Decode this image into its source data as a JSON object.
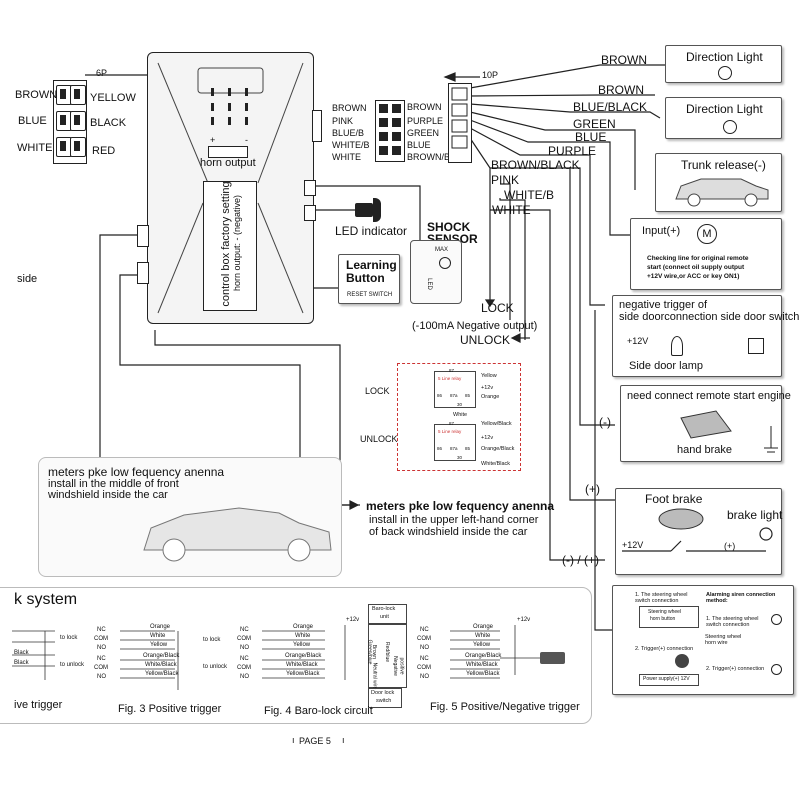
{
  "connector_6p": {
    "label": "6P",
    "left_wires": [
      "BROWN",
      "BLUE",
      "WHITE"
    ],
    "right_wires": [
      "YELLOW",
      "BLACK",
      "RED"
    ]
  },
  "control_box": {
    "polarity_plus": "+",
    "polarity_minus": "-",
    "horn_output_label": "horn output",
    "setting_line1": "control box factory setting",
    "setting_line2": "horn output: - (negative)"
  },
  "connector_8p": {
    "left_wires": [
      "BROWN",
      "PINK",
      "BLUE/B",
      "WHITE/B",
      "WHITE"
    ],
    "right_wires": [
      "BROWN",
      "PURPLE",
      "GREEN",
      "BLUE",
      "BROWN/B"
    ]
  },
  "led_indicator": "LED indicator",
  "shock_sensor": {
    "line1": "SHOCK",
    "line2": "SENSOR",
    "max": "MAX",
    "led": "LED"
  },
  "learning_button": {
    "line1": "Learning",
    "line2": "Button",
    "reset": "RESET SWITCH"
  },
  "side_label": "side",
  "connector_10p": {
    "label": "10P"
  },
  "harness_wires": [
    "BROWN",
    "BROWN",
    "BLUE/BLACK",
    "GREEN",
    "BLUE",
    "PURPLE",
    "BROWN/BLACK",
    "PINK",
    "WHITE/B",
    "WHITE"
  ],
  "lock_unlock": {
    "lock": "LOCK",
    "note": "(-100mA Negative output)",
    "unlock": "UNLOCK"
  },
  "direction_light_1": "Direction Light",
  "direction_light_2": "Direction Light",
  "trunk_release": "Trunk release(-)",
  "input_panel": {
    "input_label": "Input(+)",
    "motor": "M",
    "note_line1": "Checking line for original remote",
    "note_line2": "start (connect oil supply output",
    "note_line3": "+12V wire,or ACC or key ON1)"
  },
  "door_trigger": {
    "line1": "negative trigger of",
    "line2": "side doorconnection  side door switch",
    "v12": "+12V",
    "lamp": "Side door lamp"
  },
  "minus_label": "(-)",
  "hand_brake": {
    "title": "need connect remote start engine",
    "label": "hand brake"
  },
  "plus_label": "(+)",
  "foot_brake": {
    "title": "Foot brake",
    "brake_light": "brake light",
    "v12": "+12V",
    "plus": "(+)"
  },
  "minus_plus_label": "(-) / (+)",
  "relay_diagram": {
    "lock": "LOCK",
    "unlock": "UNLOCK",
    "relay_title": "5 Line relay",
    "pins": [
      "87",
      "86",
      "87a",
      "85",
      "30"
    ],
    "lock_wires": [
      "Yellow",
      "+12v",
      "Orange",
      "White"
    ],
    "unlock_wires": [
      "Yellow/Black",
      "+12v",
      "Orange/Black",
      "White/Black"
    ]
  },
  "antenna_1": {
    "title": "meters pke low fequency anenna",
    "line1": "install in  the  middle of front",
    "line2": "windshield inside the car"
  },
  "antenna_2": {
    "title": "meters pke low fequency anenna",
    "line1": "install in the  upper left-hand corner",
    "line2": "of back windshield inside the car"
  },
  "alarm_siren": {
    "title_line1": "Alarming siren connection",
    "title_line2": "method:",
    "opt1_line1": "1. The steering wheel",
    "opt1_line2": "switch connection",
    "steering_box_line1": "Steering wheel",
    "steering_box_line2": "horn button",
    "right_opt1_line1": "1. The steering wheel",
    "right_opt1_line2": "switch connection",
    "horn_wire_line1": "Steering wheel",
    "horn_wire_line2": "horn wire",
    "opt2": "2. Trigger(+) connection",
    "right_opt2": "2. Trigger(+) connection",
    "power_supply": "Power supply(+) 12V"
  },
  "lock_system": {
    "title": "k system",
    "left_labels": [
      "to lock",
      "to unlock"
    ],
    "left_wires": [
      "Black",
      "Black"
    ],
    "fig3": {
      "terminals": [
        "NC",
        "COM",
        "NO",
        "NC",
        "COM",
        "NO"
      ],
      "wires": [
        "Orange",
        "White",
        "Yellow",
        "Orange/Black",
        "White/Black",
        "Yellow/Black"
      ],
      "to_lock": "to lock",
      "to_unlock": "to unlock",
      "caption": "Fig. 3  Positive trigger"
    },
    "fig4": {
      "terminals": [
        "NC",
        "COM",
        "NO",
        "NC",
        "COM",
        "NO"
      ],
      "wires": [
        "Orange",
        "White",
        "Yellow",
        "Orange/Black",
        "White/Black",
        "Yellow/Black"
      ],
      "v12": "+12v",
      "baro_unit_line1": "Baro-lock",
      "baro_unit_line2": "unit",
      "vertical_labels": [
        "Green/blue",
        "Brown",
        "Red/blue",
        "Negative",
        "positive",
        "Neutral wire"
      ],
      "door_switch_line1": "Door lock",
      "door_switch_line2": "switch",
      "caption": "Fig. 4  Baro-lock circuit"
    },
    "fig5": {
      "terminals": [
        "NC",
        "COM",
        "NO",
        "NC",
        "COM",
        "NO"
      ],
      "wires": [
        "Orange",
        "White",
        "Yellow",
        "Orange/Black",
        "White/Black",
        "Yellow/Black"
      ],
      "v12": "+12v",
      "caption": "Fig. 5  Positive/Negative trigger"
    },
    "left_caption": "ive trigger"
  },
  "page_label": "PAGE 5"
}
